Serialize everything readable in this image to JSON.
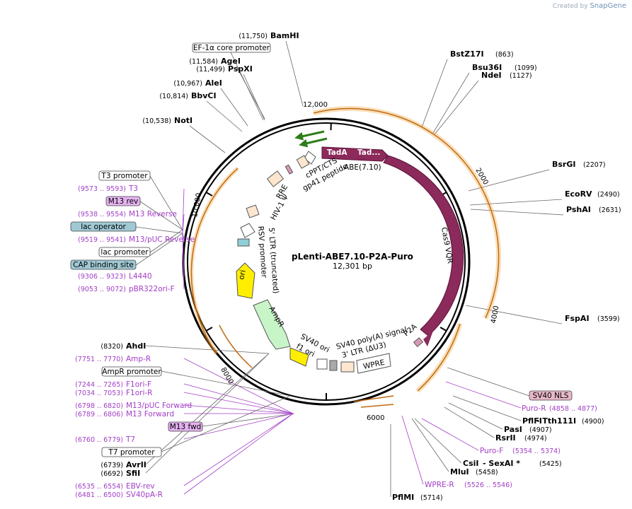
{
  "credit": {
    "prefix": "Created by",
    "brand": "SnapGene"
  },
  "map": {
    "name": "pLenti-ABE7.10-P2A-Puro",
    "length_label": "12,301 bp",
    "tick_labels": [
      "12,000",
      "2000",
      "4000",
      "6000",
      "8000",
      "10,000"
    ]
  },
  "right_sites": [
    {
      "name": "BstZ17I",
      "pos": "(863)"
    },
    {
      "name": "Bsu36I",
      "pos": "(1099)"
    },
    {
      "name": "NdeI",
      "pos": "(1127)"
    },
    {
      "name": "BsrGI",
      "pos": "(2207)"
    },
    {
      "name": "EcoRV",
      "pos": "(2490)"
    },
    {
      "name": "PshAI",
      "pos": "(2631)"
    },
    {
      "name": "FspAI",
      "pos": "(3599)"
    }
  ],
  "top_left_sites": [
    {
      "name": "BamHI",
      "pos": "(11,750)"
    },
    {
      "name": "AgeI",
      "pos": "(11,584)"
    },
    {
      "name": "PspXI",
      "pos": "(11,499)"
    },
    {
      "name": "AleI",
      "pos": "(10,967)"
    },
    {
      "name": "BbvCI",
      "pos": "(10,814)"
    },
    {
      "name": "NotI",
      "pos": "(10,538)"
    }
  ],
  "ef1a_label": "EF-1α core promoter",
  "left_features": [
    {
      "text": "T3 promoter",
      "style": "box"
    },
    {
      "pos": "(9573 .. 9593)",
      "text": "T3",
      "style": "primer"
    },
    {
      "text": "M13 rev",
      "style": "pbox"
    },
    {
      "pos": "(9538 .. 9554)",
      "text": "M13 Reverse",
      "style": "primer"
    },
    {
      "text": "lac operator",
      "style": "tbox"
    },
    {
      "pos": "(9519 .. 9541)",
      "text": "M13/pUC Reverse",
      "style": "primer"
    },
    {
      "text": "lac promoter",
      "style": "box"
    },
    {
      "text": "CAP binding site",
      "style": "tbox"
    },
    {
      "pos": "(9306 .. 9323)",
      "text": "L4440",
      "style": "primer"
    },
    {
      "pos": "(9053 .. 9072)",
      "text": "pBR322ori-F",
      "style": "primer"
    }
  ],
  "bottom_left": [
    {
      "pos": "(8320)",
      "text": "AhdI",
      "style": "site"
    },
    {
      "pos": "(7751 .. 7770)",
      "text": "Amp-R",
      "style": "primer"
    },
    {
      "text": "AmpR promoter",
      "style": "box"
    },
    {
      "pos": "(7244 .. 7265)",
      "text": "F1ori-F",
      "style": "primer"
    },
    {
      "pos": "(7034 .. 7053)",
      "text": "F1ori-R",
      "style": "primer"
    },
    {
      "pos": "(6798 .. 6820)",
      "text": "M13/pUC Forward",
      "style": "primer"
    },
    {
      "pos": "(6789 .. 6806)",
      "text": "M13 Forward",
      "style": "primer"
    },
    {
      "text": "M13 fwd",
      "style": "pbox"
    },
    {
      "pos": "(6760 .. 6779)",
      "text": "T7",
      "style": "primer"
    },
    {
      "text": "T7 promoter",
      "style": "box"
    },
    {
      "pos": "(6739)",
      "text": "AvrII",
      "style": "site"
    },
    {
      "pos": "(6692)",
      "text": "SfiI",
      "style": "site"
    },
    {
      "pos": "(6535 .. 6554)",
      "text": "EBV-rev",
      "style": "primer"
    },
    {
      "pos": "(6481 .. 6500)",
      "text": "SV40pA-R",
      "style": "primer"
    }
  ],
  "bottom_right": [
    {
      "text": "SV40 NLS",
      "style": "pbox"
    },
    {
      "text": "Puro-R",
      "pos": "(4858 .. 4877)",
      "style": "primer"
    },
    {
      "text": "PflFI",
      "text2": "Tth111I",
      "pos": "(4900)",
      "style": "site2"
    },
    {
      "text": "PasI",
      "pos": "(4907)",
      "style": "site"
    },
    {
      "text": "RsrII",
      "pos": "(4974)",
      "style": "site"
    },
    {
      "text": "Puro-F",
      "pos": "(5354 .. 5374)",
      "style": "primer"
    },
    {
      "text": "CsiI",
      "text2": "SexAI *",
      "pos": "(5425)",
      "style": "site2"
    },
    {
      "text": "MluI",
      "pos": "(5458)",
      "style": "site"
    },
    {
      "text": "WPRE-R",
      "pos": "(5526 .. 5546)",
      "style": "primer"
    },
    {
      "text": "PflMI",
      "pos": "(5714)",
      "style": "site"
    }
  ],
  "inner_features": {
    "tada1": "TadA",
    "tada2": "Tad...",
    "abe": "ABE(7.10)",
    "cas9": "Cas9 VQR",
    "cppt": "cPPT/CTS",
    "gp41": "gp41 peptide",
    "rre": "RRE",
    "hiv": "HIV-1 Ψ",
    "ltr5": "5' LTR (truncated)",
    "rsv": "RSV promoter",
    "ori": "ori",
    "ampr": "AmpR",
    "sv40ori": "SV40 ori",
    "f1ori": "f1 ori",
    "sv40pa": "SV40 poly(A) signal",
    "ltr3": "3' LTR (ΔU3)",
    "wpre": "WPRE",
    "p2a": "P2A"
  },
  "colors": {
    "cas9": "#8b2a5b",
    "ori": "#ffee00",
    "ampr": "#c8f5c8",
    "primer_arrow": "#2e7d1a",
    "orange_arc": "#f2a23a",
    "primer_text": "#a23ec5",
    "lac_box": "#9fc9d4",
    "m13_box": "#e4b2f0",
    "nls_box": "#e8b8c8"
  }
}
